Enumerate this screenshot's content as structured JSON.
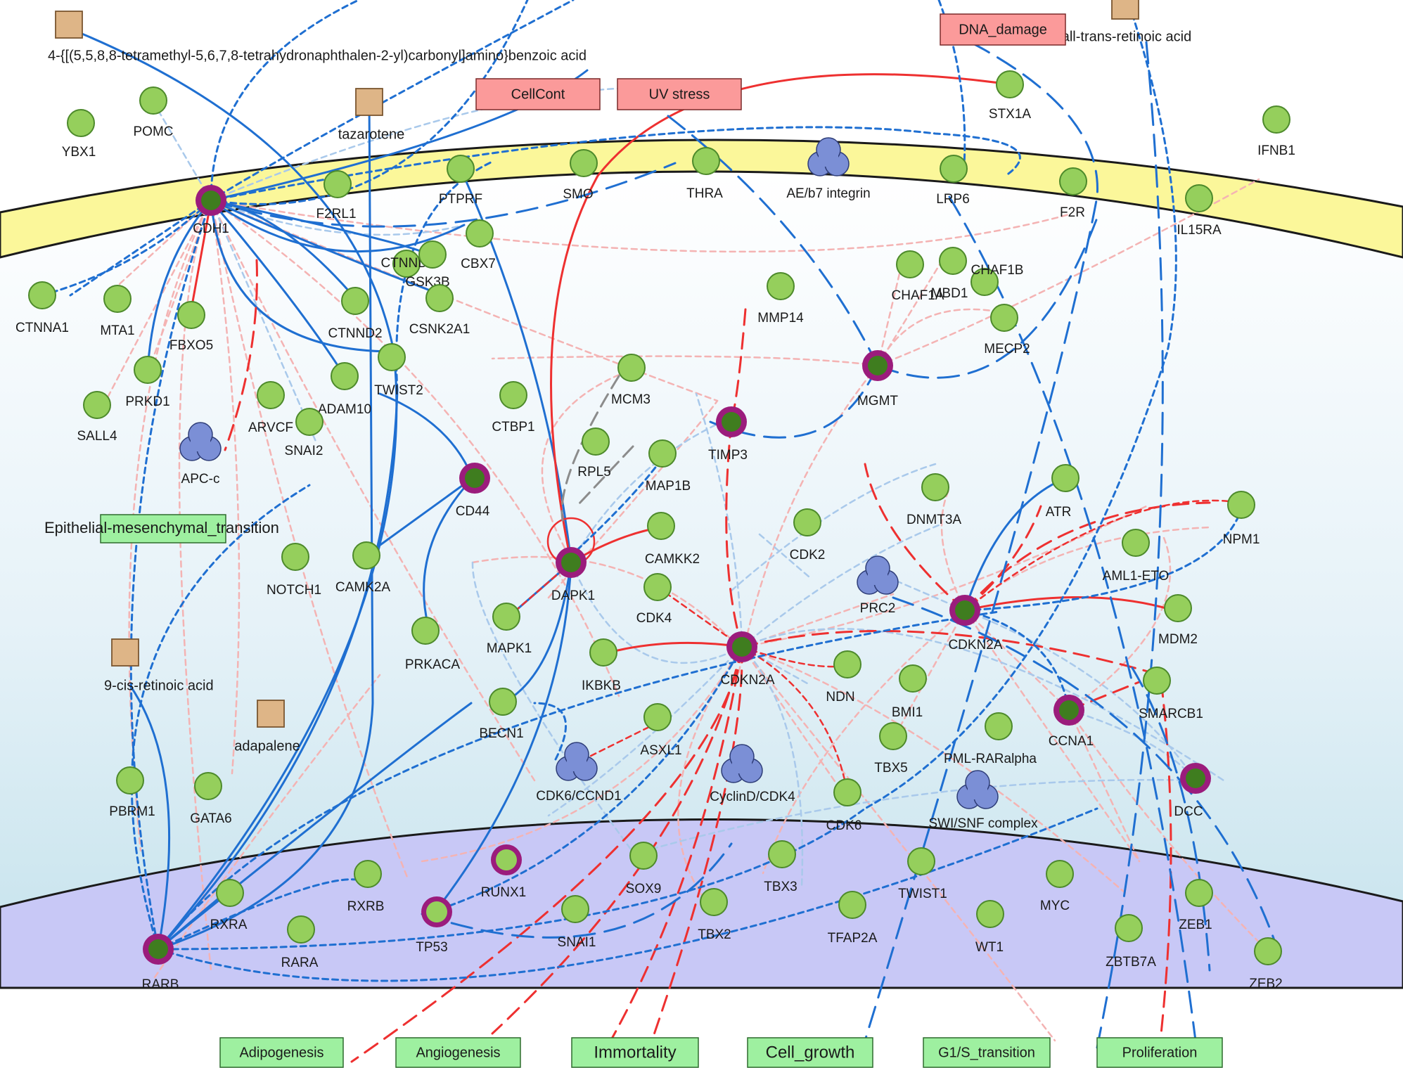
{
  "colors": {
    "membrane": "#fbf79a",
    "nucleus": "#c8c8f6",
    "gene_fill": "#95cf5c",
    "gene_stroke": "#4d8a2b",
    "hub_ring": "#9b1c7c",
    "hub_core": "#3f7d1f",
    "complex": "#7b8fd6",
    "chemical": "#deb587",
    "process": "#9ef0a0",
    "stress": "#fb9a9a",
    "blue_edge": "#1f6fd1",
    "red_edge": "#ee3030",
    "light_blue_edge": "#a9c9eb",
    "light_red_edge": "#f4b3b3"
  },
  "nodes": [
    {
      "label": "YBX1",
      "kind": "gene"
    },
    {
      "label": "POMC",
      "kind": "gene"
    },
    {
      "label": "CDH1",
      "kind": "hub"
    },
    {
      "label": "F2RL1",
      "kind": "gene"
    },
    {
      "label": "PTPRF",
      "kind": "gene"
    },
    {
      "label": "SMO",
      "kind": "gene"
    },
    {
      "label": "THRA",
      "kind": "gene"
    },
    {
      "label": "AE/b7 integrin",
      "kind": "complex"
    },
    {
      "label": "LRP6",
      "kind": "gene"
    },
    {
      "label": "F2R",
      "kind": "gene"
    },
    {
      "label": "IL15RA",
      "kind": "gene"
    },
    {
      "label": "STX1A",
      "kind": "gene"
    },
    {
      "label": "IFNB1",
      "kind": "gene"
    },
    {
      "label": "CTNND1",
      "kind": "gene"
    },
    {
      "label": "GSK3B",
      "kind": "gene"
    },
    {
      "label": "CBX7",
      "kind": "gene"
    },
    {
      "label": "CSNK2A1",
      "kind": "gene"
    },
    {
      "label": "CTNND2",
      "kind": "gene"
    },
    {
      "label": "CTNNA1",
      "kind": "gene"
    },
    {
      "label": "MTA1",
      "kind": "gene"
    },
    {
      "label": "FBXO5",
      "kind": "gene"
    },
    {
      "label": "PRKD1",
      "kind": "gene"
    },
    {
      "label": "SALL4",
      "kind": "gene"
    },
    {
      "label": "ARVCF",
      "kind": "gene"
    },
    {
      "label": "ADAM10",
      "kind": "gene"
    },
    {
      "label": "TWIST2",
      "kind": "gene"
    },
    {
      "label": "SNAI2",
      "kind": "gene"
    },
    {
      "label": "APC-c",
      "kind": "complex"
    },
    {
      "label": "CTBP1",
      "kind": "gene"
    },
    {
      "label": "MCM3",
      "kind": "gene"
    },
    {
      "label": "RPL5",
      "kind": "gene"
    },
    {
      "label": "MAP1B",
      "kind": "gene"
    },
    {
      "label": "MMP14",
      "kind": "gene"
    },
    {
      "label": "CHAF1A",
      "kind": "gene"
    },
    {
      "label": "MBD1",
      "kind": "gene"
    },
    {
      "label": "CHAF1B",
      "kind": "gene"
    },
    {
      "label": "MECP2",
      "kind": "gene"
    },
    {
      "label": "MGMT",
      "kind": "hub"
    },
    {
      "label": "TIMP3",
      "kind": "hub"
    },
    {
      "label": "CD44",
      "kind": "hub"
    },
    {
      "label": "NOTCH1",
      "kind": "gene"
    },
    {
      "label": "CAMK2A",
      "kind": "gene"
    },
    {
      "label": "PRKACA",
      "kind": "gene"
    },
    {
      "label": "DAPK1",
      "kind": "hub"
    },
    {
      "label": "CAMKK2",
      "kind": "gene"
    },
    {
      "label": "MAPK1",
      "kind": "gene"
    },
    {
      "label": "CDK4",
      "kind": "gene"
    },
    {
      "label": "CDK2",
      "kind": "gene"
    },
    {
      "label": "DNMT3A",
      "kind": "gene"
    },
    {
      "label": "ATR",
      "kind": "gene"
    },
    {
      "label": "NPM1",
      "kind": "gene"
    },
    {
      "label": "AML1-ETO",
      "kind": "gene"
    },
    {
      "label": "PRC2",
      "kind": "complex"
    },
    {
      "label": "CDKN2A",
      "kind": "hub"
    },
    {
      "label": "CDKN2A",
      "kind": "hub"
    },
    {
      "label": "MDM2",
      "kind": "gene"
    },
    {
      "label": "IKBKB",
      "kind": "gene"
    },
    {
      "label": "BECN1",
      "kind": "gene"
    },
    {
      "label": "NDN",
      "kind": "gene"
    },
    {
      "label": "BMI1",
      "kind": "gene"
    },
    {
      "label": "SMARCB1",
      "kind": "gene"
    },
    {
      "label": "CCNA1",
      "kind": "hub"
    },
    {
      "label": "PML-RARalpha",
      "kind": "gene"
    },
    {
      "label": "TBX5",
      "kind": "gene"
    },
    {
      "label": "ASXL1",
      "kind": "gene"
    },
    {
      "label": "CDK6/CCND1",
      "kind": "complex"
    },
    {
      "label": "CyclinD/CDK4",
      "kind": "complex"
    },
    {
      "label": "CDK6",
      "kind": "gene"
    },
    {
      "label": "SWI/SNF complex",
      "kind": "complex"
    },
    {
      "label": "DCC",
      "kind": "hub"
    },
    {
      "label": "PBRM1",
      "kind": "gene"
    },
    {
      "label": "GATA6",
      "kind": "gene"
    },
    {
      "label": "RXRA",
      "kind": "gene"
    },
    {
      "label": "RXRB",
      "kind": "gene"
    },
    {
      "label": "RARA",
      "kind": "gene"
    },
    {
      "label": "RARB",
      "kind": "hub"
    },
    {
      "label": "RUNX1",
      "kind": "hub-light"
    },
    {
      "label": "TP53",
      "kind": "hub-light"
    },
    {
      "label": "SNAI1",
      "kind": "gene"
    },
    {
      "label": "SOX9",
      "kind": "gene"
    },
    {
      "label": "TBX2",
      "kind": "gene"
    },
    {
      "label": "TBX3",
      "kind": "gene"
    },
    {
      "label": "TFAP2A",
      "kind": "gene"
    },
    {
      "label": "TWIST1",
      "kind": "gene"
    },
    {
      "label": "WT1",
      "kind": "gene"
    },
    {
      "label": "MYC",
      "kind": "gene"
    },
    {
      "label": "ZBTB7A",
      "kind": "gene"
    },
    {
      "label": "ZEB1",
      "kind": "gene"
    },
    {
      "label": "ZEB2",
      "kind": "gene"
    },
    {
      "label": "4-{[(5,5,8,8-tetramethyl-5,6,7,8-tetrahydronaphthalen-2-yl)carbonyl]amino}benzoic acid",
      "kind": "chemical"
    },
    {
      "label": "tazarotene",
      "kind": "chemical"
    },
    {
      "label": "all-trans-retinoic acid",
      "kind": "chemical"
    },
    {
      "label": "9-cis-retinoic acid",
      "kind": "chemical"
    },
    {
      "label": "adapalene",
      "kind": "chemical"
    }
  ],
  "stress": [
    "CellCont",
    "UV stress",
    "DNA_damage"
  ],
  "emt": "Epithelial-mesenchymal_transition",
  "processes": [
    "Adipogenesis",
    "Angiogenesis",
    "Immortality",
    "Cell_growth",
    "G1/S_transition",
    "Proliferation"
  ]
}
